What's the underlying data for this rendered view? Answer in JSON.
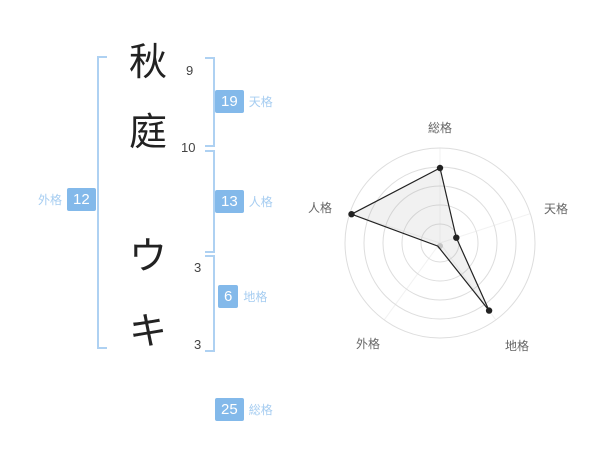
{
  "accent": {
    "box_bg": "#83b9ea",
    "label_text": "#a6cdf1",
    "bracket": "#aed1f2"
  },
  "name": {
    "characters": [
      {
        "char": "秋",
        "strokes": "9"
      },
      {
        "char": "庭",
        "strokes": "10"
      },
      {
        "char": "ウ",
        "strokes": "3"
      },
      {
        "char": "キ",
        "strokes": "3"
      }
    ]
  },
  "scores": {
    "tenkaku": {
      "label": "天格",
      "value": "19"
    },
    "jinkaku": {
      "label": "人格",
      "value": "13"
    },
    "chikaku": {
      "label": "地格",
      "value": "6"
    },
    "gaikaku": {
      "label": "外格",
      "value": "12"
    },
    "soukaku": {
      "label": "総格",
      "value": "25"
    }
  },
  "chart_data": {
    "type": "radar",
    "title": "",
    "axes": [
      "総格",
      "天格",
      "地格",
      "外格",
      "人格"
    ],
    "values": [
      0.79,
      0.18,
      0.88,
      0.04,
      0.98
    ],
    "max": 1,
    "rings": 5,
    "legend": "none",
    "grid": "concentric-circles",
    "line_color": "#222222",
    "fill_color": "rgba(160,160,160,0.15)",
    "grid_color": "#dddddd",
    "center_dot_color": "#cccccc",
    "label_color": "#666666"
  }
}
